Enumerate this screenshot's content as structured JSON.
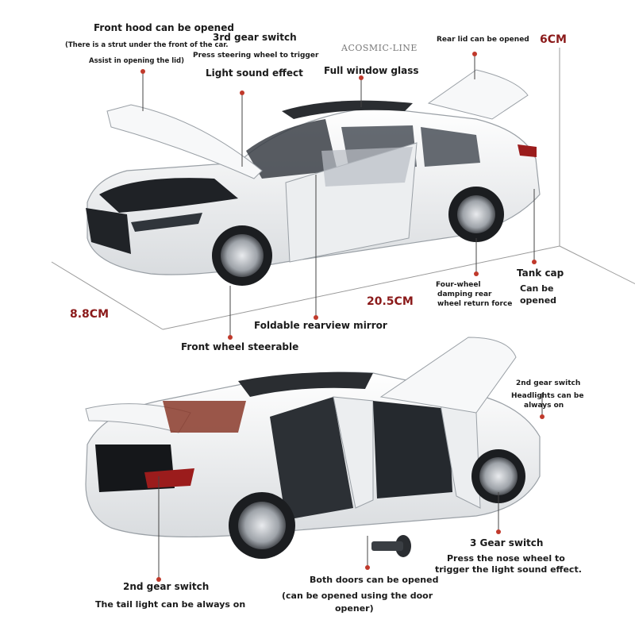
{
  "brand_logo": "ACOSMIC-LINE",
  "dimensions": {
    "height": "6CM",
    "width": "8.8CM",
    "length": "20.5CM"
  },
  "top_annotations": {
    "front_hood": "Front hood can be opened",
    "front_hood_note_1": "(There is a strut under the front of the car.",
    "front_hood_note_2": "Assist in opening the lid)",
    "third_gear_switch": "3rd gear switch",
    "press_steering": "Press steering wheel to trigger",
    "light_sound": "Light sound effect",
    "full_window_glass": "Full window glass",
    "rear_lid": "Rear lid can be opened",
    "tank_cap": "Tank cap",
    "can_be_opened_1": "Can be",
    "can_be_opened_2": "opened",
    "four_wheel_1": "Four-wheel",
    "four_wheel_2": "damping rear",
    "four_wheel_3": "wheel return force",
    "foldable_mirror": "Foldable rearview mirror",
    "front_wheel": "Front wheel steerable"
  },
  "bottom_annotations": {
    "second_gear_switch_small": "2nd gear switch",
    "headlights_1": "Headlights can be",
    "headlights_2": "always on",
    "three_gear_switch": "3 Gear switch",
    "press_nose_1": "Press the nose wheel to",
    "press_nose_2": "trigger the light sound effect.",
    "both_doors": "Both doors can be opened",
    "door_opener_1": "(can be opened using the door",
    "door_opener_2": "opener)",
    "second_gear_switch": "2nd gear switch",
    "tail_light": "The tail light can be always on"
  },
  "colors": {
    "accent_red": "#c0392b",
    "dimension_red": "#8b1a1a",
    "car_body": "#f4f5f6",
    "leader_line": "#444444"
  }
}
